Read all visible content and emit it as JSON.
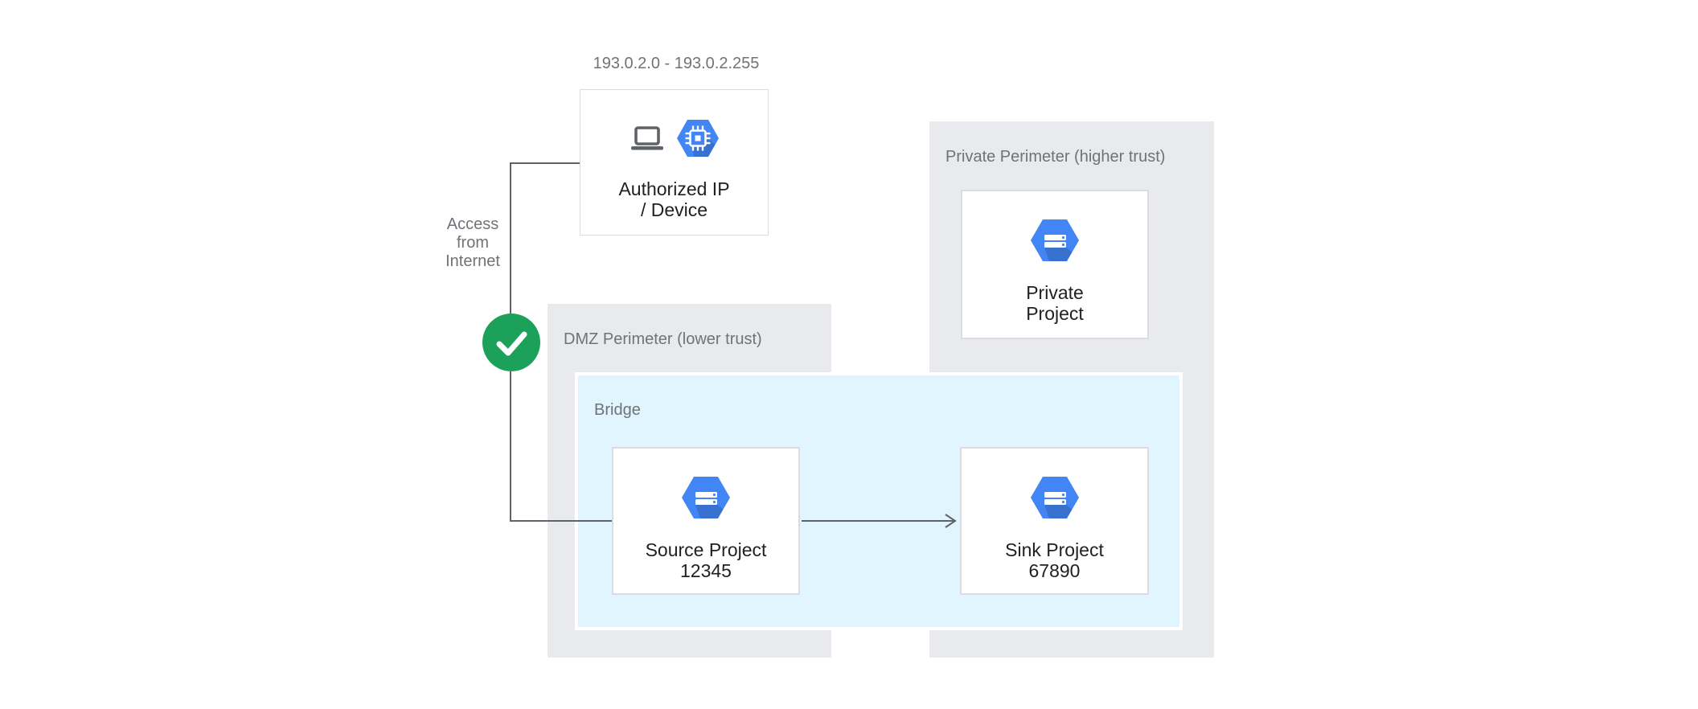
{
  "colors": {
    "perimeter_bg": "#e8eaed",
    "bridge_bg": "#e1f5fe",
    "node_bg": "#ffffff",
    "node_border": "#dadce0",
    "hexagon_blue": "#4285f4",
    "hexagon_shadow": "#3871cf",
    "check_green": "#1ba159",
    "connector_gray": "#5f6368",
    "label_gray": "#6f7377",
    "node_text": "#212121"
  },
  "labels": {
    "ip_range": "193.0.2.0 - 193.0.2.255",
    "access": {
      "line1": "Access",
      "line2": "from",
      "line3": "Internet"
    },
    "dmz": "DMZ Perimeter (lower trust)",
    "bridge": "Bridge",
    "private_perimeter": "Private Perimeter (higher trust)"
  },
  "nodes": {
    "authorized": {
      "line1": "Authorized IP",
      "line2": "/ Device"
    },
    "source": {
      "line1": "Source Project",
      "line2": "12345"
    },
    "sink": {
      "line1": "Sink Project",
      "line2": "67890"
    },
    "private": {
      "line1": "Private",
      "line2": "Project"
    }
  }
}
